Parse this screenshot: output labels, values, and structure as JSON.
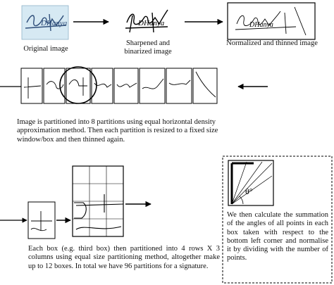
{
  "signature_text": "DHanya",
  "captions": {
    "original": "Original image",
    "sharpened": "Sharpened and binarized image",
    "normalized": "Normalized and thinned image"
  },
  "paragraphs": {
    "partition": "Image is partitioned into 8 partitions using equal horizontal density approximation method. Then each partition is resized to a fixed size window/box and then thinned again.",
    "box": "Each box (e.g. third box) then partitioned into 4 rows X 3 columns using equal size partitioning method, altogether make up to 12 boxes. In total we have 96 partitions for a signature.",
    "angle": "We then calculate the summation of the angles of all points in each box taken with respect to the bottom left corner and normalise it by dividing with the number of points."
  },
  "angle_label": "θ°",
  "colors": {
    "original_bg": "#d6e9f3",
    "original_ink": "#2f4e7a",
    "line": "#000000"
  }
}
